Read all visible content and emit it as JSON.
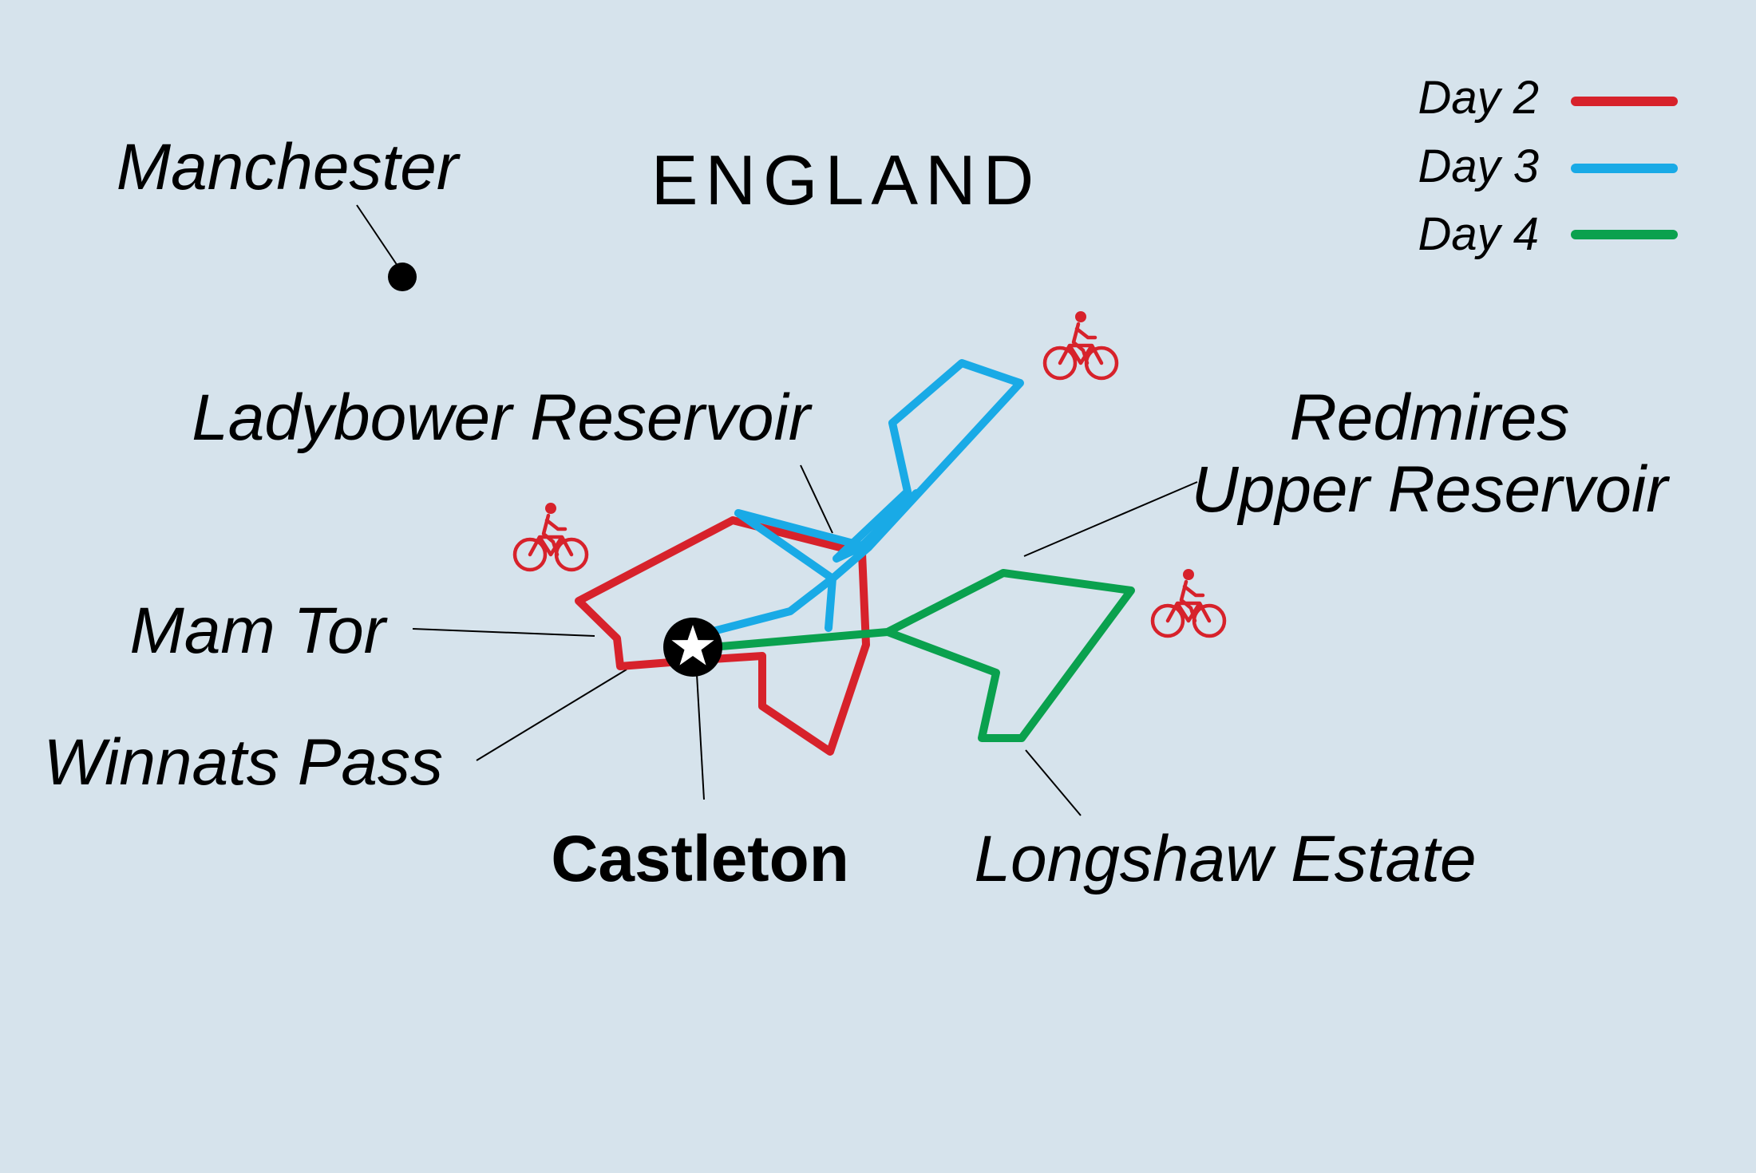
{
  "map": {
    "country_label": "ENGLAND",
    "background_color": "#d6e3ec",
    "start_point": {
      "label": "Castleton",
      "icon": "star-in-circle-icon"
    },
    "places": {
      "manchester": "Manchester",
      "ladybower": "Ladybower Reservoir",
      "redmires_line1": "Redmires",
      "redmires_line2": "Upper Reservoir",
      "mam_tor": "Mam Tor",
      "winnats": "Winnats Pass",
      "longshaw": "Longshaw Estate"
    },
    "legend": [
      {
        "label": "Day 2",
        "color": "#d7222b"
      },
      {
        "label": "Day 3",
        "color": "#19aae6"
      },
      {
        "label": "Day 4",
        "color": "#0aa14e"
      }
    ],
    "activity_icon": "cyclist-icon",
    "activity_color": "#d7222b"
  }
}
